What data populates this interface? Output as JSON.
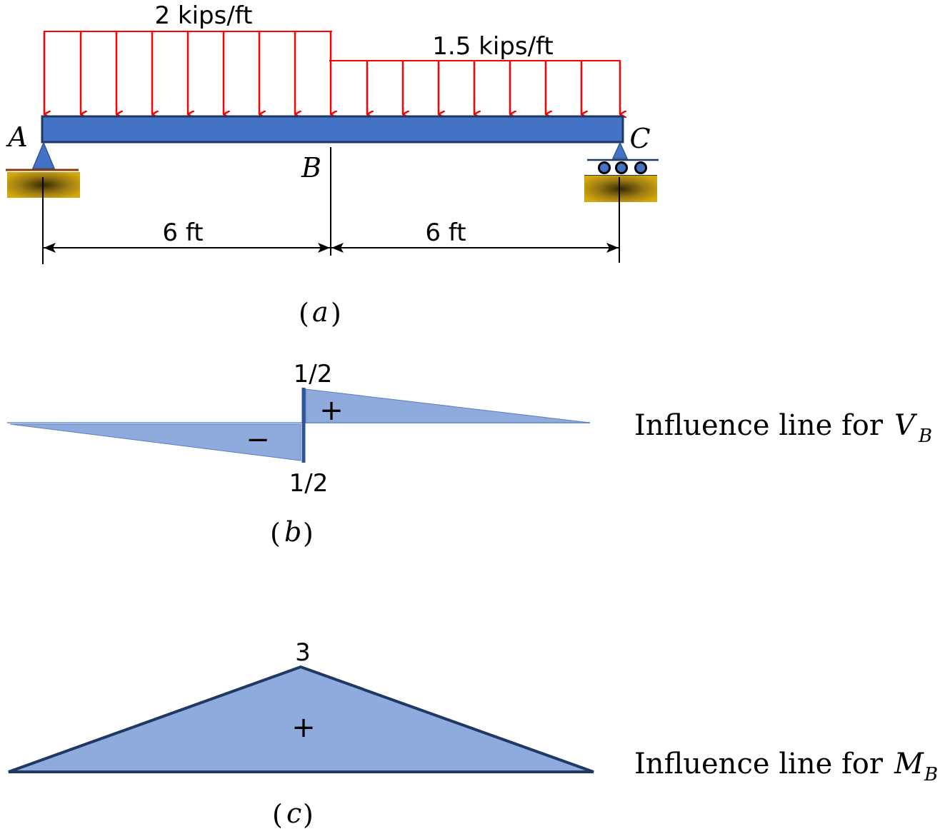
{
  "figure_a": {
    "load_left_label": "2 kips/ft",
    "load_right_label": "1.5 kips/ft",
    "point_a": "A",
    "point_b": "B",
    "point_c": "C",
    "dim_left": "6 ft",
    "dim_right": "6 ft",
    "caption_open": "(",
    "caption_letter": "a",
    "caption_close": ")",
    "colors": {
      "load": "#ff0000",
      "beam": "#4472c4",
      "support_base": "#c9a227"
    }
  },
  "figure_b": {
    "top_value": "1/2",
    "bottom_value": "1/2",
    "positive_sign": "+",
    "negative_sign": "−",
    "title_prefix": "Influence line for ",
    "title_var": "V",
    "title_sub": "B",
    "caption_open": "(",
    "caption_letter": "b",
    "caption_close": ")",
    "colors": {
      "fill": "#8faadc"
    }
  },
  "figure_c": {
    "peak_value": "3",
    "positive_sign": "+",
    "title_prefix": "Influence line for ",
    "title_var": "M",
    "title_sub": "B",
    "caption_open": "(",
    "caption_letter": "c",
    "caption_close": ")",
    "colors": {
      "fill": "#8faadc",
      "outline": "#1f3864"
    }
  }
}
